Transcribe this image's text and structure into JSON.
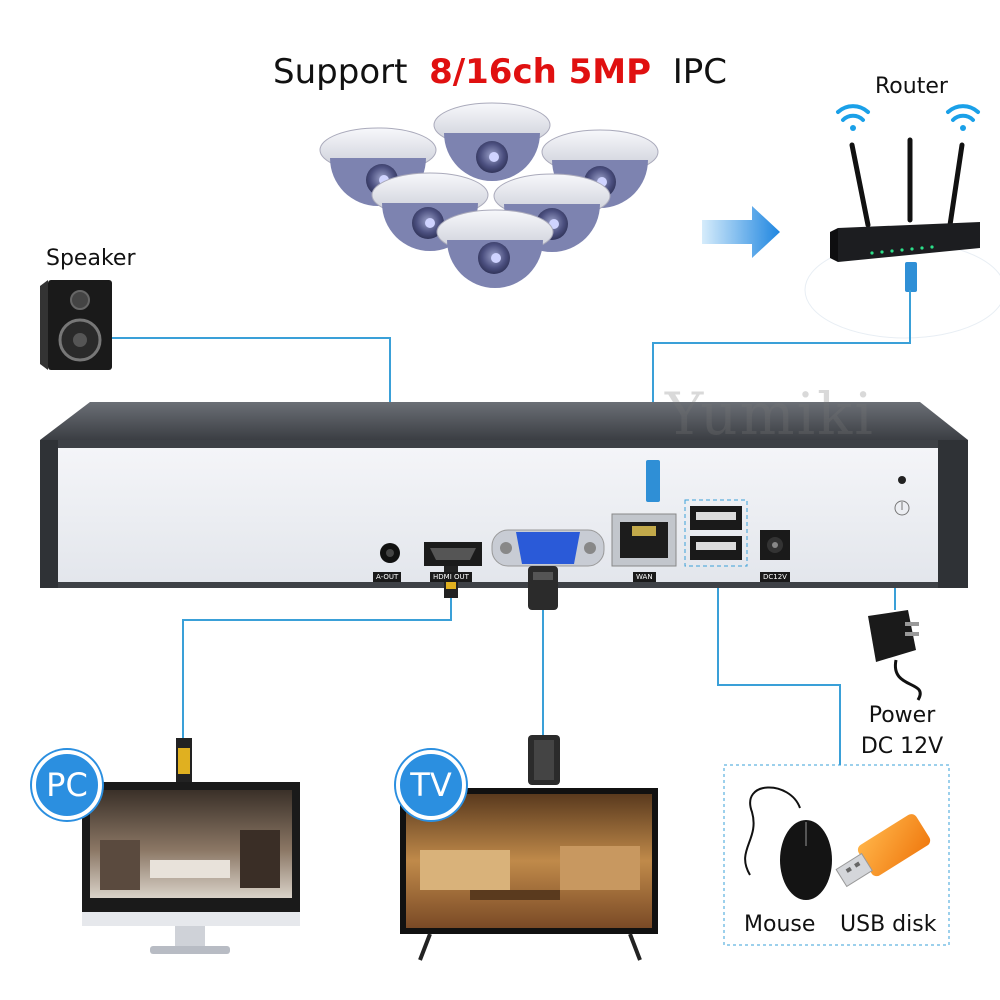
{
  "title": {
    "prefix": "Support",
    "highlight": "8/16ch 5MP",
    "suffix": "IPC"
  },
  "devices": {
    "router": "Router",
    "speaker": "Speaker",
    "power_line1": "Power",
    "power_line2": "DC 12V",
    "mouse": "Mouse",
    "usb_disk": "USB disk"
  },
  "displays": {
    "pc": "PC",
    "tv": "TV"
  },
  "ports": {
    "audio_out": "A-OUT",
    "hdmi": "HDMI OUT",
    "wan": "WAN",
    "dc": "DC12V"
  },
  "watermark": {
    "brand": "Yumiki"
  },
  "colors": {
    "accent_red": "#e01010",
    "badge_blue": "#2b8fe0",
    "cable_blue": "#3aa0d8",
    "nvr_body": "#4a4d52",
    "nvr_panel": "#eef0f4"
  }
}
